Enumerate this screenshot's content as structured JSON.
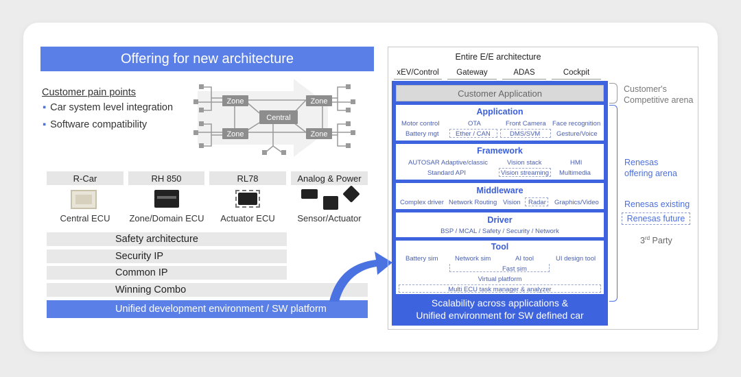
{
  "left": {
    "title": "Offering for new architecture",
    "pain_points": {
      "heading": "Customer pain points",
      "items": [
        "Car system level integration",
        "Software compatibility"
      ]
    },
    "zone_diagram": {
      "central": "Central",
      "zones": [
        "Zone",
        "Zone",
        "Zone",
        "Zone"
      ]
    },
    "products": [
      {
        "family": "R-Car",
        "label": "Central ECU"
      },
      {
        "family": "RH 850",
        "label": "Zone/Domain ECU"
      },
      {
        "family": "RL78",
        "label": "Actuator ECU"
      },
      {
        "family": "Analog & Power",
        "label": "Sensor/Actuator"
      }
    ],
    "rows": [
      "Safety architecture",
      "Security IP",
      "Common IP",
      "Winning Combo"
    ],
    "unified": "Unified development environment /  SW platform"
  },
  "right": {
    "title": "Entire E/E architecture",
    "tabs": [
      "xEV/Control",
      "Gateway",
      "ADAS",
      "Cockpit"
    ],
    "customer_app": "Customer Application",
    "application": {
      "title": "Application",
      "row1": [
        "Motor control",
        "OTA",
        "Front Camera",
        "Face recognition"
      ],
      "row2": [
        "Battery mgt",
        "Ether /  CAN",
        "DMS/SVM",
        "Gesture/Voice"
      ]
    },
    "framework": {
      "title": "Framework",
      "row1": [
        "AUTOSAR Adaptive/classic",
        "Vision stack",
        "HMI"
      ],
      "row2": [
        "Standard API",
        "Vision streaming",
        "Multimedia"
      ]
    },
    "middleware": {
      "title": "Middleware",
      "row1": [
        "Complex driver",
        "Network Routing",
        "Vision",
        "Radar",
        "Graphics/Video"
      ]
    },
    "driver": {
      "title": "Driver",
      "row1": "BSP / MCAL / Safety / Security / Network"
    },
    "tool": {
      "title": "Tool",
      "row1": [
        "Battery sim",
        "Network sim",
        "AI tool",
        "UI design tool"
      ],
      "fast_sim": "Fast sim",
      "virtual": "Virtual platform",
      "multi": "Multi ECU task manager & analyzer"
    },
    "scalability": [
      "Scalability across applications &",
      "Unified environment for SW defined car"
    ],
    "side": {
      "customer": [
        "Customer's",
        "Competitive arena"
      ],
      "renesas_offering": [
        "Renesas",
        "offering arena"
      ],
      "renesas_existing": "Renesas existing",
      "renesas_future": "Renesas future",
      "third_party": "3",
      "third_party_sup": "rd",
      "third_party_tail": " Party"
    }
  },
  "colors": {
    "accent": "#5a7fe6",
    "deep_blue": "#3d63de",
    "layer_text": "#3a5ed8"
  }
}
